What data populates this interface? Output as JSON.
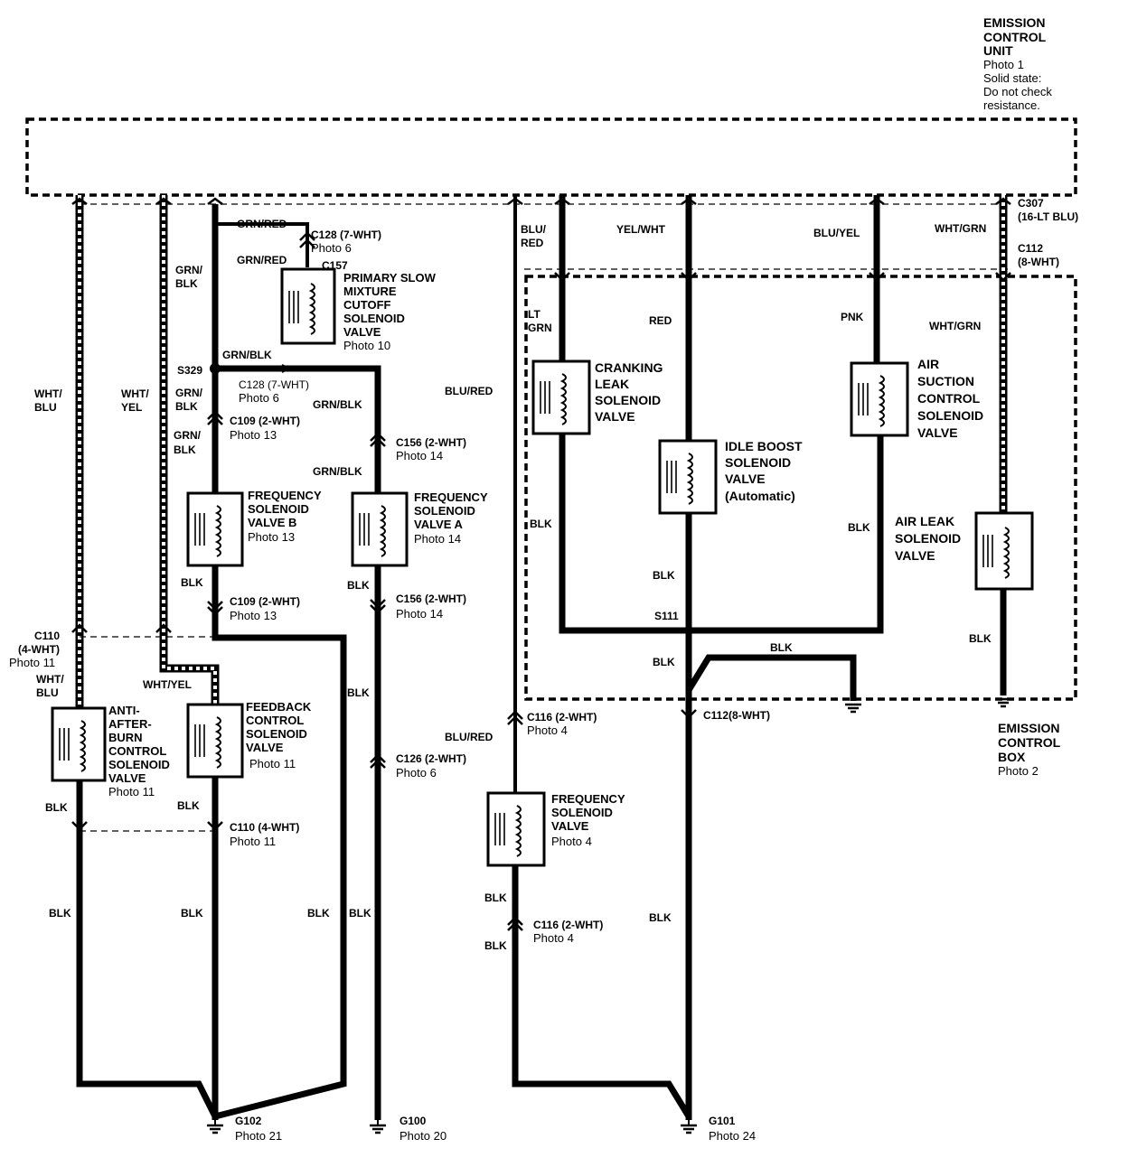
{
  "ecu": {
    "title_line1": "EMISSION",
    "title_line2": "CONTROL",
    "title_line3": "UNIT",
    "photo": "Photo 1",
    "note_line1": "Solid state:",
    "note_line2": "Do not check",
    "note_line3": "resistance."
  },
  "box": {
    "title_line1": "EMISSION",
    "title_line2": "CONTROL",
    "title_line3": "BOX",
    "photo": "Photo 2"
  },
  "components": {
    "primary_slow": [
      "PRIMARY SLOW",
      "MIXTURE",
      "CUTOFF",
      "SOLENOID",
      "VALVE",
      "Photo 10"
    ],
    "freq_b": [
      "FREQUENCY",
      "SOLENOID",
      "VALVE B",
      "Photo 13"
    ],
    "freq_a": [
      "FREQUENCY",
      "SOLENOID",
      "VALVE A",
      "Photo 14"
    ],
    "anti_after": [
      "ANTI-",
      "AFTER-",
      "BURN",
      "CONTROL",
      "SOLENOID",
      "VALVE",
      "Photo 11"
    ],
    "feedback": [
      "FEEDBACK",
      "CONTROL",
      "SOLENOID",
      "VALVE",
      "Photo 11"
    ],
    "freq_4": [
      "FREQUENCY",
      "SOLENOID",
      "VALVE",
      "Photo 4"
    ],
    "cranking": [
      "CRANKING",
      "LEAK",
      "SOLENOID",
      "VALVE"
    ],
    "idle_boost": [
      "IDLE BOOST",
      "SOLENOID",
      "VALVE",
      "(Automatic)"
    ],
    "air_suction": [
      "AIR",
      "SUCTION",
      "CONTROL",
      "SOLENOID",
      "VALVE"
    ],
    "air_leak": [
      "AIR LEAK",
      "SOLENOID",
      "VALVE"
    ]
  },
  "connectors": {
    "c128a": [
      "C128 (7-WHT)",
      "Photo 6"
    ],
    "c157": "C157",
    "c128b": [
      "C128 (7-WHT)",
      "Photo 6"
    ],
    "s329": "S329",
    "c109a": [
      "C109 (2-WHT)",
      "Photo 13"
    ],
    "c109b": [
      "C109 (2-WHT)",
      "Photo 13"
    ],
    "c156a": [
      "C156 (2-WHT)",
      "Photo 14"
    ],
    "c156b": [
      "C156 (2-WHT)",
      "Photo 14"
    ],
    "c110a": [
      "C110",
      "(4-WHT)",
      "Photo 11"
    ],
    "c110b": [
      "C110 (4-WHT)",
      "Photo 11"
    ],
    "c126": [
      "C126 (2-WHT)",
      "Photo 6"
    ],
    "c116a": [
      "C116 (2-WHT)",
      "Photo 4"
    ],
    "c116b": [
      "C116 (2-WHT)",
      "Photo 4"
    ],
    "c307": [
      "C307",
      "(16-LT BLU)"
    ],
    "c112a": [
      "C112",
      "(8-WHT)"
    ],
    "c112b": "C112(8-WHT)",
    "s111": "S111"
  },
  "grounds": {
    "g102": [
      "G102",
      "Photo 21"
    ],
    "g100": [
      "G100",
      "Photo 20"
    ],
    "g101": [
      "G101",
      "Photo 24"
    ]
  },
  "wires": {
    "grn_red_1": "GRN/RED",
    "grn_red_2": "GRN/RED",
    "grn_blk_v1": [
      "GRN/",
      "BLK"
    ],
    "grn_blk_h": "GRN/BLK",
    "grn_blk_v2": [
      "GRN/",
      "BLK"
    ],
    "grn_blk_v3": [
      "GRN/",
      "BLK"
    ],
    "grn_blk_r1": "GRN/BLK",
    "grn_blk_r2": "GRN/BLK",
    "wht_blu": [
      "WHT/",
      "BLU"
    ],
    "wht_yel": [
      "WHT/",
      "YEL"
    ],
    "wht_blu_2": [
      "WHT/",
      "BLU"
    ],
    "wht_yel_2": "WHT/YEL",
    "blu_red_top": [
      "BLU/",
      "RED"
    ],
    "blu_red_mid": "BLU/RED",
    "blu_red_low": "BLU/RED",
    "yel_wht": "YEL/WHT",
    "blu_yel": "BLU/YEL",
    "wht_grn": "WHT/GRN",
    "wht_grn_2": "WHT/GRN",
    "lt_grn": [
      "LT",
      "GRN"
    ],
    "red": "RED",
    "pnk": "PNK",
    "blk": "BLK"
  }
}
